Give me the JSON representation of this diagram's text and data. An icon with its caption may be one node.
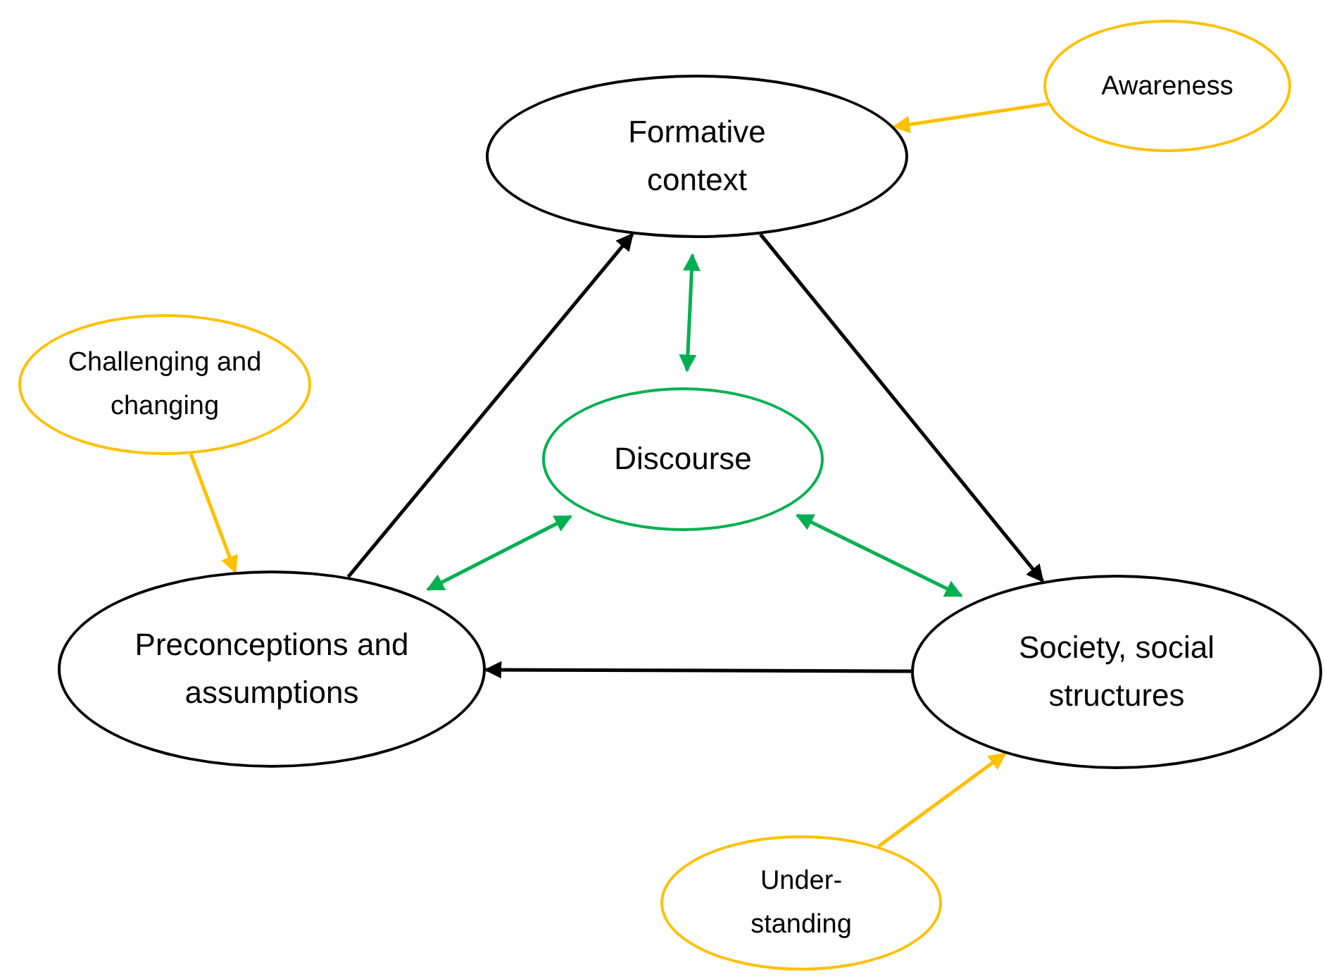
{
  "diagram": {
    "nodes": [
      {
        "text": [
          "Formative context"
        ]
      },
      {
        "text": [
          "Awareness"
        ]
      },
      {
        "text": [
          "Challenging and changing"
        ]
      },
      {
        "text": [
          "Discourse"
        ]
      },
      {
        "text": [
          "Preconceptions and assumptions"
        ]
      },
      {
        "text": [
          "Society, social structures"
        ]
      },
      {
        "text": [
          "Under- standing"
        ]
      }
    ],
    "edges": [
      {
        "from": 4,
        "to": 0,
        "arrow": "to"
      },
      {
        "from": 0,
        "to": 5,
        "arrow": "to"
      },
      {
        "from": 5,
        "to": 4,
        "arrow": "to"
      },
      {
        "from": 1,
        "to": 0,
        "arrow": "to",
        "color": "#ffc000"
      },
      {
        "from": 2,
        "to": 4,
        "arrow": "to",
        "color": "#ffc000"
      },
      {
        "from": 6,
        "to": 5,
        "arrow": "to",
        "color": "#ffc000"
      },
      {
        "from": 3,
        "to": 0,
        "arrow": "both",
        "color": "#00b050"
      },
      {
        "from": 3,
        "to": 4,
        "arrow": "both",
        "color": "#00b050"
      },
      {
        "from": 3,
        "to": 5,
        "arrow": "both",
        "color": "#00b050"
      }
    ]
  }
}
